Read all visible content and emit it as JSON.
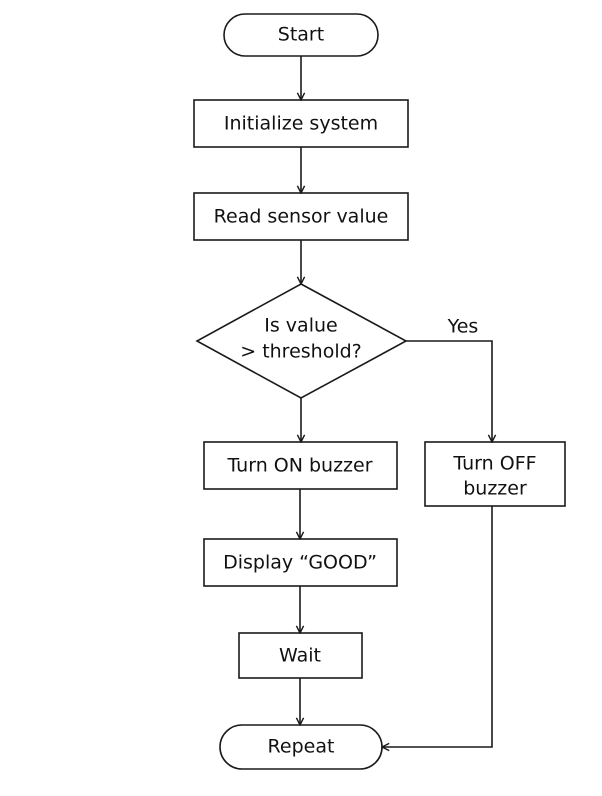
{
  "flowchart": {
    "nodes": {
      "start": "Start",
      "initialize": "Initialize system",
      "read_sensor": "Read sensor value",
      "decision_line1": "Is value",
      "decision_line2": "> threshold?",
      "turn_on": "Turn ON buzzer",
      "turn_off_line1": "Turn OFF",
      "turn_off_line2": "buzzer",
      "display": "Display “GOOD”",
      "wait": "Wait",
      "repeat": "Repeat"
    },
    "edges": {
      "yes_label": "Yes"
    }
  }
}
